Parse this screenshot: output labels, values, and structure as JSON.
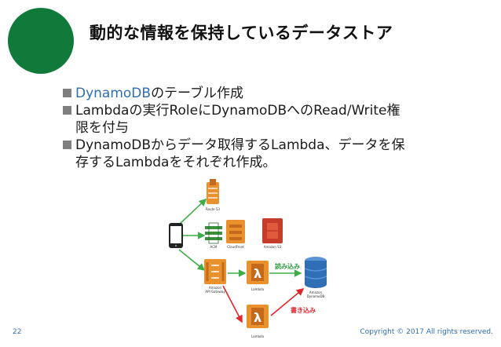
{
  "slide": {
    "title": "動的な情報を保持しているデータストア",
    "bullets": [
      {
        "highlight": "DynamoDB",
        "text": "のテーブル作成"
      },
      {
        "text1": "Lambdaの実行RoleにDynamoDBへのRead/Write権",
        "text2": "限を付与"
      },
      {
        "text1": "DynamoDBからデータ取得するLambda、データを保",
        "text2": "存するLambdaをそれぞれ作成。"
      }
    ],
    "page_number": "22",
    "copyright": "Copyright © 2017 All rights reserved."
  },
  "diagram": {
    "labels": {
      "route53": "Route 53",
      "acm": "ACM",
      "cloudfront": "CloudFront",
      "s3": "Amazon S3",
      "apigw_1": "Amazon",
      "apigw_2": "API Gateway",
      "lambda1": "Lambda",
      "dynamo_1": "Amazon",
      "dynamo_2": "DynamoDB",
      "lambda2": "Lambda"
    },
    "read_label": "読み込み",
    "write_label": "書き込み",
    "colors": {
      "orange": "#e8912d",
      "dark_orange": "#c46a1c",
      "red": "#c73b2a",
      "blue": "#2f6fb5",
      "green": "#2a9a3d",
      "arrow_green": "#3fae49",
      "arrow_red": "#e3262b"
    }
  }
}
